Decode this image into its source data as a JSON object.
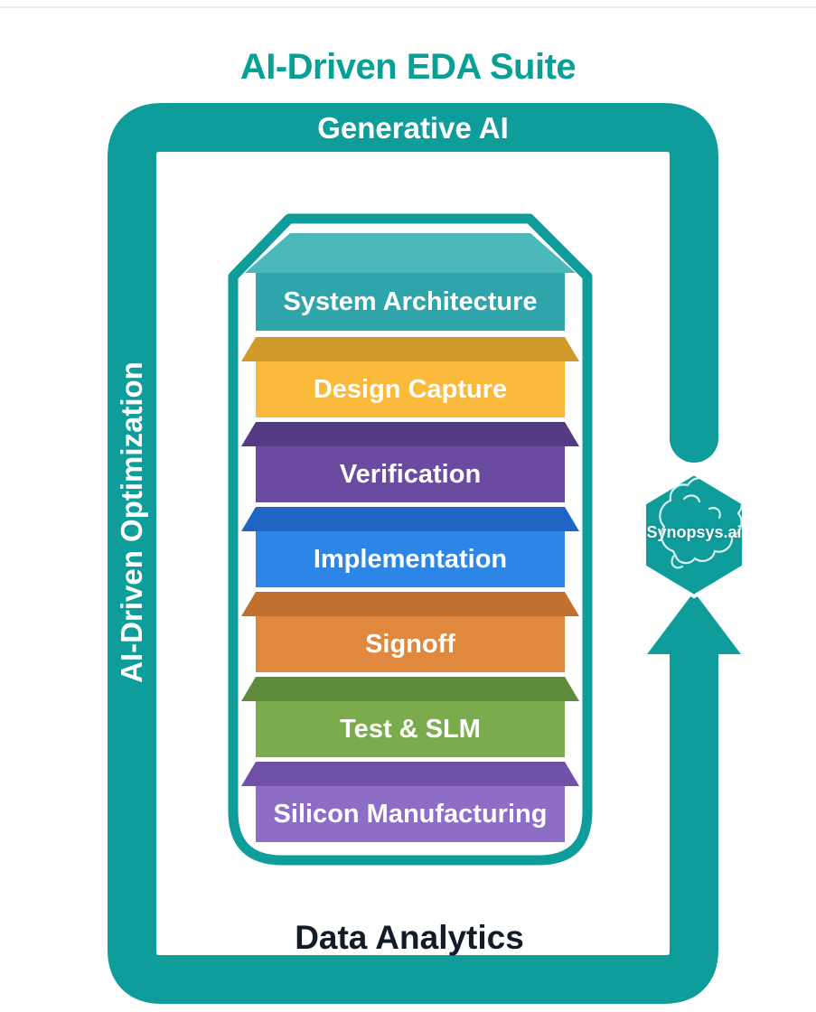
{
  "page": {
    "title": "AI-Driven EDA Suite"
  },
  "loop": {
    "top_label": "Generative AI",
    "left_label": "AI-Driven Optimization",
    "bottom_label": "Data Analytics"
  },
  "badge": {
    "label": "Synopsys.ai",
    "icon": "brain-icon"
  },
  "stages": [
    {
      "label": "System Architecture",
      "face_color": "#2ea5aa",
      "lid_color": "#4cb8bc"
    },
    {
      "label": "Design Capture",
      "face_color": "#f9b93a",
      "lid_color": "#d09b2b"
    },
    {
      "label": "Verification",
      "face_color": "#6b4ba0",
      "lid_color": "#553a84"
    },
    {
      "label": "Implementation",
      "face_color": "#2d86e5",
      "lid_color": "#2065c4"
    },
    {
      "label": "Signoff",
      "face_color": "#e0883d",
      "lid_color": "#c0712f"
    },
    {
      "label": "Test & SLM",
      "face_color": "#7cab4e",
      "lid_color": "#5f8c3c"
    },
    {
      "label": "Silicon Manufacturing",
      "face_color": "#8d6dc5",
      "lid_color": "#7051a9"
    }
  ],
  "colors": {
    "accent_teal": "#0f9d9b",
    "title_teal": "#089f94",
    "bottom_label_color": "#111c28",
    "stage_text_color": "#ffffff"
  }
}
